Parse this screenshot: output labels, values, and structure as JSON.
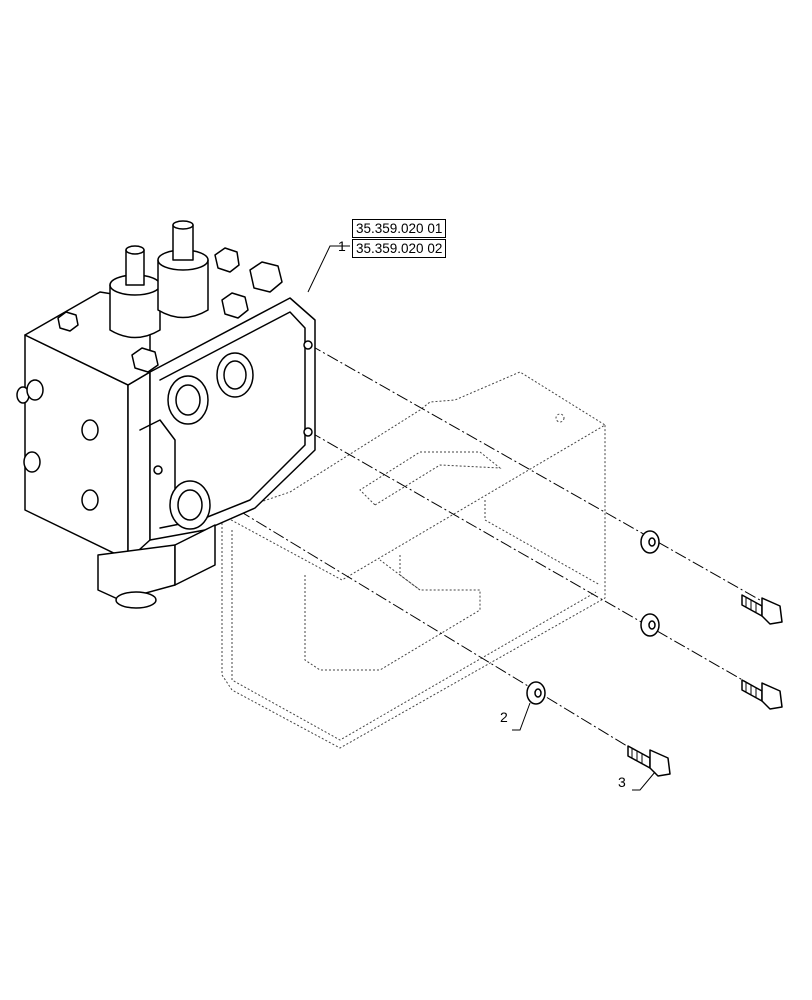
{
  "diagram": {
    "references": [
      "35.359.020 01",
      "35.359.020 02"
    ],
    "callouts": [
      {
        "id": "1",
        "label": "1"
      },
      {
        "id": "2",
        "label": "2"
      },
      {
        "id": "3",
        "label": "3"
      }
    ]
  }
}
